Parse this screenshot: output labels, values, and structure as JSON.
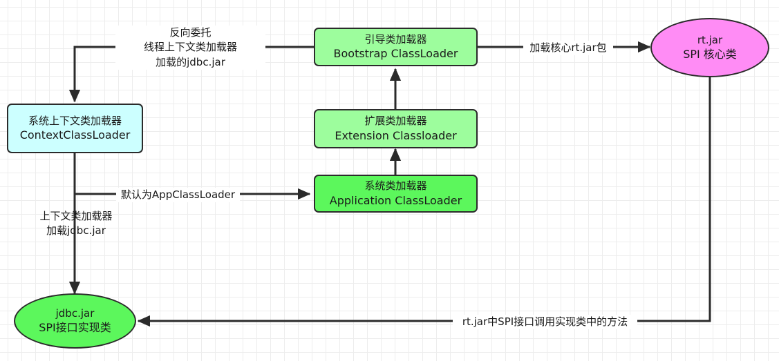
{
  "diagram": {
    "title": "Java ClassLoader / SPI delegation diagram",
    "colors": {
      "light_green": "#9dfd9d",
      "bright_green": "#5cf75c",
      "light_cyan": "#ccffff",
      "magenta": "#ff8cf5",
      "stroke": "#2b2b2b",
      "text": "#1a1a1a",
      "grid_minor": "#ededed",
      "grid_major": "#e0e0e0"
    },
    "nodes": [
      {
        "id": "bootstrap",
        "shape": "rounded-rect",
        "fill": "#9dfd9d",
        "line1": "引导类加载器",
        "line2": "Bootstrap ClassLoader"
      },
      {
        "id": "extension",
        "shape": "rounded-rect",
        "fill": "#9dfd9d",
        "line1": "扩展类加载器",
        "line2": "Extension Classloader"
      },
      {
        "id": "application",
        "shape": "rounded-rect",
        "fill": "#5cf75c",
        "line1": "系统类加载器",
        "line2": "Application ClassLoader"
      },
      {
        "id": "context",
        "shape": "rounded-rect",
        "fill": "#ccffff",
        "line1": "系统上下文类加载器",
        "line2": "ContextClassLoader"
      },
      {
        "id": "rtjar",
        "shape": "ellipse",
        "fill": "#ff8cf5",
        "line1": "rt.jar",
        "line2": "SPI 核心类"
      },
      {
        "id": "jdbcjar",
        "shape": "ellipse",
        "fill": "#5cf75c",
        "line1": "jdbc.jar",
        "line2": "SPI接口实现类"
      }
    ],
    "edge_labels": [
      {
        "id": "reverse-delegation",
        "line1": "反向委托",
        "line2": "线程上下文类加载器",
        "line3": "加载的jdbc.jar"
      },
      {
        "id": "load-core-rtjar",
        "line1": "加载核心rt.jar包"
      },
      {
        "id": "default-appclassloader",
        "line1": "默认为AppClassLoader"
      },
      {
        "id": "context-load-jdbc",
        "line1": "上下文类加载器",
        "line2": "加载jdbc.jar"
      },
      {
        "id": "spi-invoke-impl",
        "line1": "rt.jar中SPI接口调用实现类中的方法"
      }
    ]
  }
}
